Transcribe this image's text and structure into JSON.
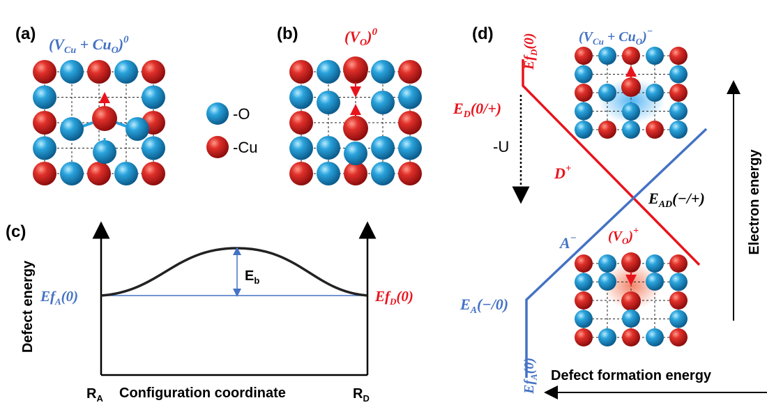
{
  "colors": {
    "cu": "#cc1a1a",
    "o": "#1e90c8",
    "red_text": "#e8141c",
    "blue_text": "#4472c4",
    "line_blue": "#4472c4",
    "line_red": "#e8141c"
  },
  "panel_a": {
    "tag": "(a)",
    "title": "(V_Cu + Cu_O)^0",
    "legend": {
      "o_label": "-O",
      "cu_label": "-Cu"
    }
  },
  "panel_b": {
    "tag": "(b)",
    "title": "(V_O)^0"
  },
  "panel_c": {
    "tag": "(c)",
    "ylabel": "Defect energy",
    "xlabel": "Configuration coordinate",
    "left_level": "Ef_A(0)",
    "right_level": "Ef_D(0)",
    "barrier": "E_b",
    "left_end": "R_A",
    "right_end": "R_D"
  },
  "panel_d": {
    "tag": "(d)",
    "top_label": "Ef_D(0)",
    "ed": "E_D(0/+)",
    "dplus": "D^+",
    "u": "-U",
    "ead": "E_AD(−/+)",
    "aminus": "A^−",
    "ea": "E_A(−/0)",
    "bottom_label": "Ef_A(0)",
    "inset_top": "(V_Cu + Cu_O)^−",
    "inset_bottom": "(V_O)^+",
    "yaxis": "Electron energy",
    "xaxis": "Defect formation energy"
  }
}
